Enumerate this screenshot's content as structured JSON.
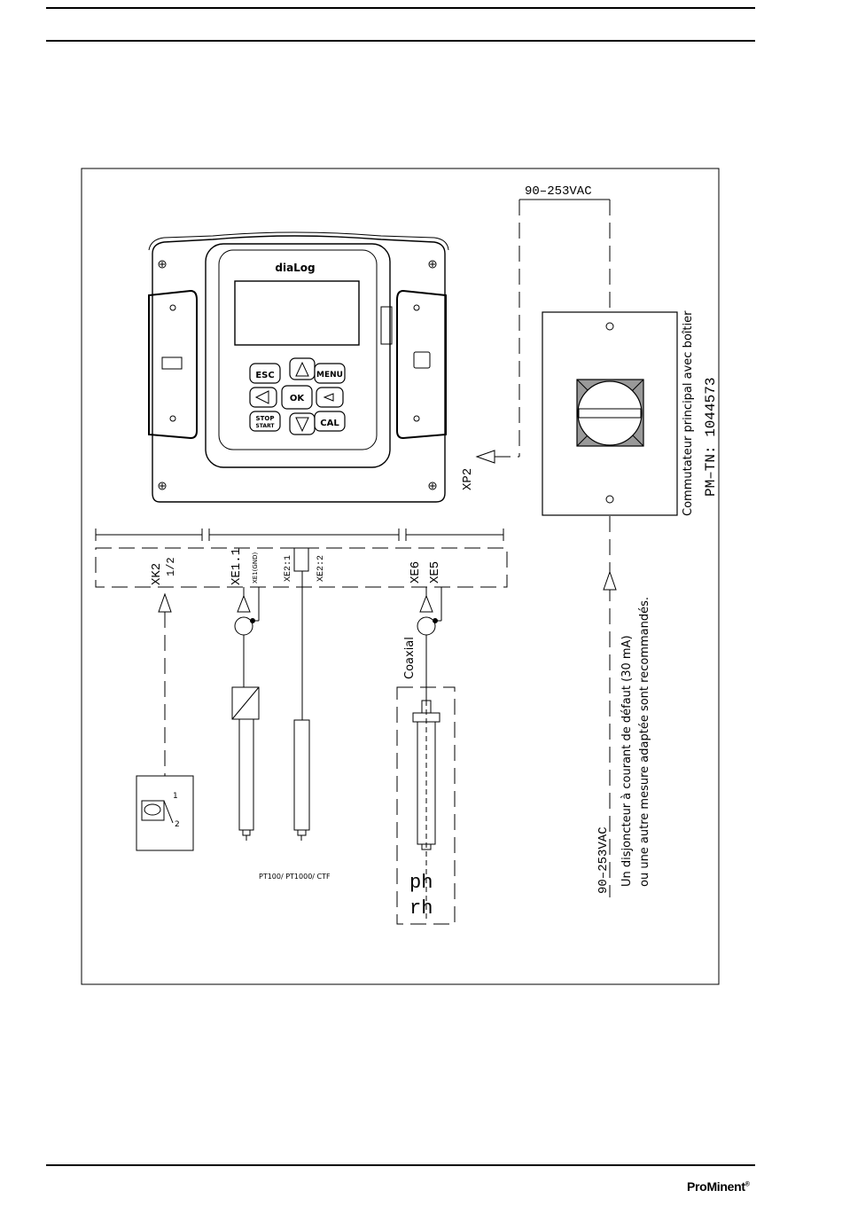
{
  "brand": {
    "logo_text": "ProMinent",
    "logo_mark": "®"
  },
  "controller": {
    "name": "diaLog",
    "keys": {
      "esc": "ESC",
      "menu": "MENU",
      "ok": "OK",
      "cal": "CAL",
      "stop_line1": "STOP",
      "stop_line2": "START",
      "up": "up-triangle",
      "down": "down-triangle",
      "left": "left-triangle",
      "right": "right-toggle"
    }
  },
  "diagram": {
    "supply_top": "90–253VAC",
    "xp2": "XP2",
    "main_switch_label": "Commutateur principal avec boîtier",
    "pm_tn": "PM–TN:  1044573",
    "supply_bottom": "90–253VAC",
    "breaker_note_1": "Un disjoncteur à courant de défaut (30 mA)",
    "breaker_note_2": "ou une autre mesure adaptée sont recommandés.",
    "terminals": {
      "xk2": "XK2",
      "xk2_pins": "1/2",
      "xe1": "XE1.1",
      "xe1_sub": "XE1(GND)",
      "xe21": "XE2:1",
      "xe22": "XE2:2",
      "xe6": "XE6",
      "xe5": "XE5"
    },
    "contact_pin_1": "1",
    "contact_pin_2": "2",
    "pt_label": "PT100/ PT1000/ CTF",
    "coaxial": "Coaxial",
    "ph": "ph",
    "rh": "rh"
  },
  "colors": {
    "line": "#000000",
    "background": "#ffffff",
    "knob_shade": "#888888",
    "knob_light": "#ffffff"
  }
}
